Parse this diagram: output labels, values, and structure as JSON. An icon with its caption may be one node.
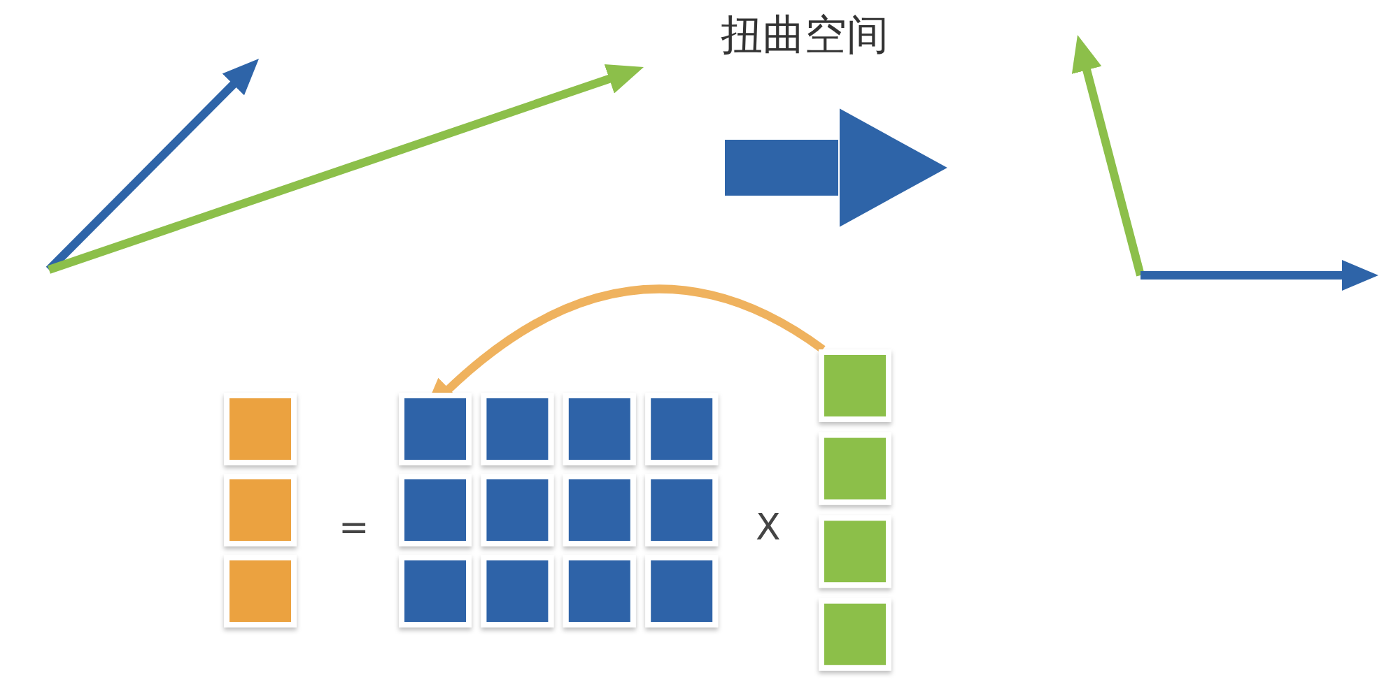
{
  "diagram": {
    "nodes": [
      {
        "text": [],
        "shape": "picture"
      },
      {
        "text": [],
        "shape": "picture"
      },
      {
        "text": [],
        "shape": "box"
      },
      {
        "text": [],
        "shape": "box"
      },
      {
        "text": [],
        "shape": "box"
      }
    ],
    "edges": [
      {
        "from": 0,
        "to": 1,
        "arrow": "to",
        "label": "扭曲空间",
        "style": "thick",
        "color": "#2e64a8"
      },
      {
        "from": 4,
        "to": 3,
        "arrow": "to",
        "color": "#efb25e"
      }
    ],
    "labels": [
      "=",
      "X"
    ]
  }
}
